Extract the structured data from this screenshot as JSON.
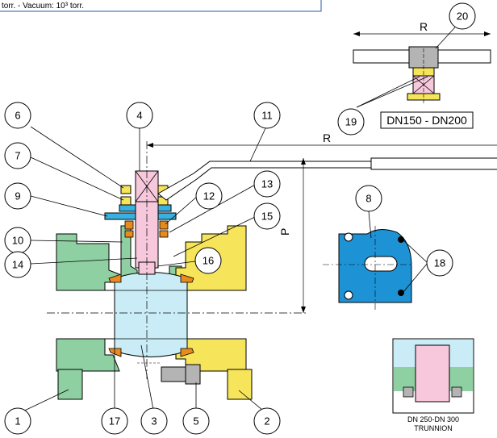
{
  "note_text": "torr. - Vacuum: 10³ torr.",
  "dimension_labels": {
    "R_main": "R",
    "R_inset": "R",
    "P": "P"
  },
  "inset_top_label": "DN150 - DN200",
  "inset_bottom_label_1": "DN 250-DN 300",
  "inset_bottom_label_2": "TRUNNION",
  "callouts": {
    "c1": "1",
    "c2": "2",
    "c3": "3",
    "c4": "4",
    "c5": "5",
    "c6": "6",
    "c7": "7",
    "c8": "8",
    "c9": "9",
    "c10": "10",
    "c11": "11",
    "c12": "12",
    "c13": "13",
    "c14": "14",
    "c15": "15",
    "c16": "16",
    "c17": "17",
    "c18": "18",
    "c19": "19",
    "c20": "20"
  },
  "colors": {
    "body_green": "#8fd0a2",
    "cap_yellow": "#f6e45a",
    "stem_pink": "#f7c7dc",
    "ball_blue": "#c9ecf6",
    "seat_orange": "#e88a1e",
    "plate_blue": "#1d93d6",
    "gland_blue": "#3ab0e0",
    "bolt_grey": "#b4b4b4"
  }
}
